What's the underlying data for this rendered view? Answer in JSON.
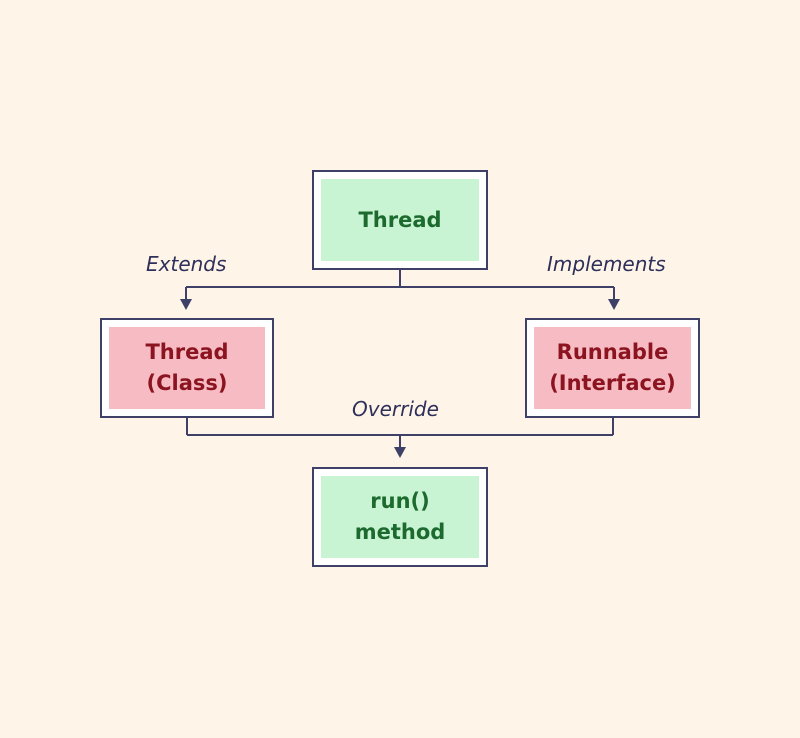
{
  "nodes": {
    "thread": {
      "label": "Thread"
    },
    "thread_class": {
      "line1": "Thread",
      "line2": "(Class)"
    },
    "runnable": {
      "line1": "Runnable",
      "line2": "(Interface)"
    },
    "run_method": {
      "line1": "run()",
      "line2": "method"
    }
  },
  "edges": {
    "extends": "Extends",
    "implements": "Implements",
    "override": "Override"
  },
  "colors": {
    "background": "#fef4e8",
    "green_fill": "#c8f4d4",
    "green_text": "#1d6a2e",
    "red_fill": "#f7bcc3",
    "red_text": "#8b1420",
    "line": "#3f4068"
  }
}
